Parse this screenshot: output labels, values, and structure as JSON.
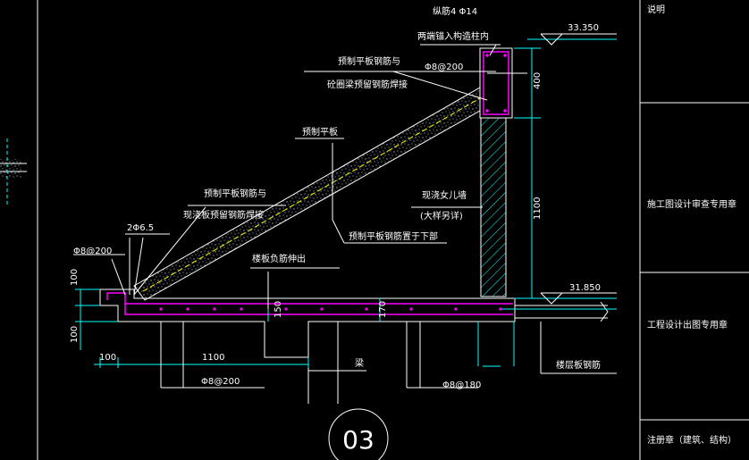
{
  "drawing": {
    "detail_number": "03",
    "labels": {
      "longitudinal_bar": "纵筋4 Φ14",
      "anchor_note": "两端锚入构造柱内",
      "top_elev": "33.350",
      "precast_slab_weld_1a": "预制平板钢筋与",
      "precast_slab_weld_1b": "砼圈梁预留钢筋焊接",
      "stirrup": "Φ8@200",
      "precast_slab": "预制平板",
      "precast_slab_weld_2a": "预制平板钢筋与",
      "precast_slab_weld_2b": "现浇板预留钢筋焊接",
      "parapet_a": "现浇女儿墙",
      "parapet_b": "(大样另详)",
      "bar_2": "2Φ6.5",
      "bar_left": "Φ8@200",
      "bar_bottom_note": "预制平板钢筋置于下部",
      "neg_bar_extend": "楼板负筋伸出",
      "bottom_elev": "31.850",
      "beam": "梁",
      "floor_rebar": "楼层板钢筋",
      "bar_mid": "Φ8@200",
      "bar_right": "Φ8@180"
    },
    "dimensions": {
      "d400": "400",
      "d1100_v": "1100",
      "d100_a": "100",
      "d100_b": "100",
      "d100_c": "100",
      "d1100_h": "1100",
      "d150": "150",
      "d170": "170"
    }
  },
  "title_block": {
    "cells": [
      "说明",
      "施工图设计审查专用章",
      "工程设计出图专用章",
      "注册章（建筑、结构）"
    ]
  },
  "colors": {
    "background": "#000000",
    "cyan": "#00ffff",
    "magenta": "#ff00ff",
    "white": "#ffffff",
    "yellow": "#ffff00"
  }
}
